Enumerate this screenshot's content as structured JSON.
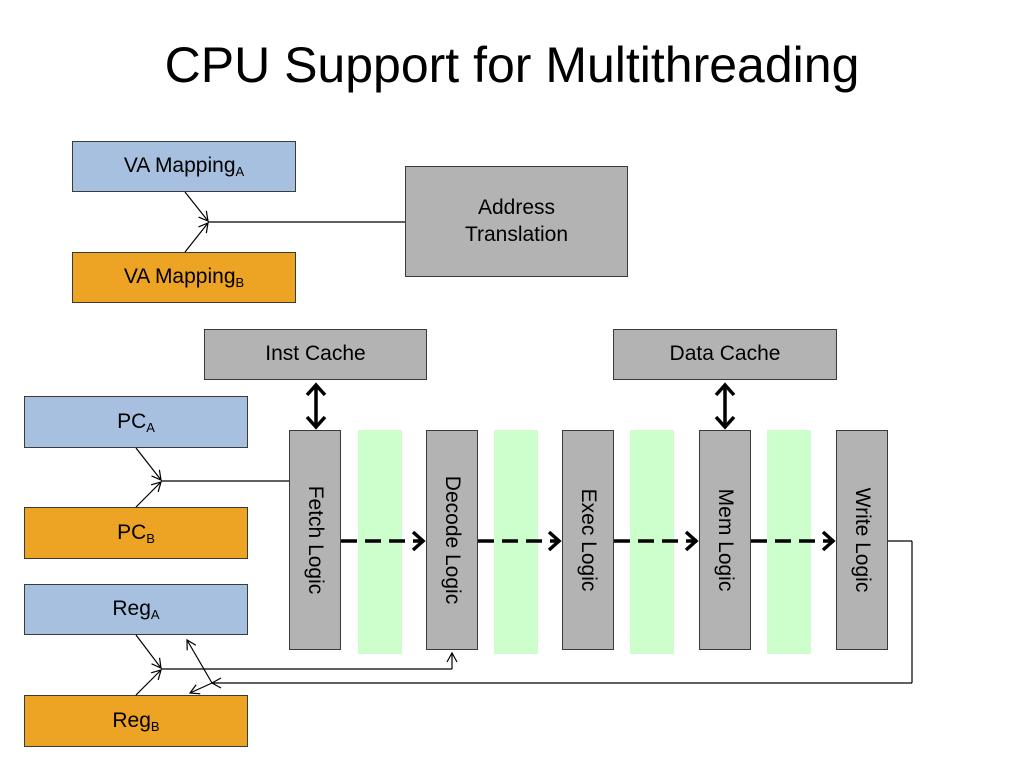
{
  "title": "CPU Support for Multithreading",
  "va_mapping_a": {
    "text": "VA Mapping",
    "sub": "A"
  },
  "va_mapping_b": {
    "text": "VA Mapping",
    "sub": "B"
  },
  "address_translation": {
    "line1": "Address",
    "line2": "Translation"
  },
  "inst_cache": "Inst Cache",
  "data_cache": "Data Cache",
  "pc_a": {
    "text": "PC",
    "sub": "A"
  },
  "pc_b": {
    "text": "PC",
    "sub": "B"
  },
  "reg_a": {
    "text": "Reg",
    "sub": "A"
  },
  "reg_b": {
    "text": "Reg",
    "sub": "B"
  },
  "stages": [
    "Fetch Logic",
    "Decode Logic",
    "Exec Logic",
    "Mem Logic",
    "Write Logic"
  ],
  "colors": {
    "thread_a": "#a7c0e0",
    "thread_b": "#eda323",
    "logic": "#b3b3b3",
    "pipeline_latch": "#ccffcc"
  }
}
